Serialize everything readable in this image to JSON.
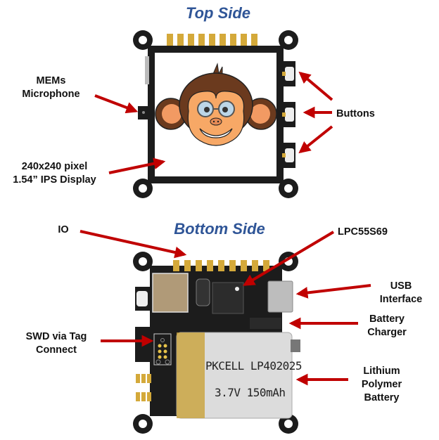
{
  "titles": {
    "top": "Top Side",
    "bottom": "Bottom Side"
  },
  "labels": {
    "mems_microphone": "MEMs\nMicrophone",
    "display": "240x240 pixel\n1.54” IPS Display",
    "buttons": "Buttons",
    "io": "IO",
    "lpc": "LPC55S69",
    "usb": "USB\nInterface",
    "battery_charger": "Battery\nCharger",
    "swd": "SWD via Tag\nConnect",
    "lipo": "Lithium\nPolymer\nBattery"
  },
  "battery": {
    "line1": "PKCELL LP402025",
    "line2": "3.7V 150mAh"
  },
  "colors": {
    "title": "#2f5597",
    "arrow": "#c00000",
    "pcb": "#1c1c1c",
    "gold": "#d4a93a"
  }
}
